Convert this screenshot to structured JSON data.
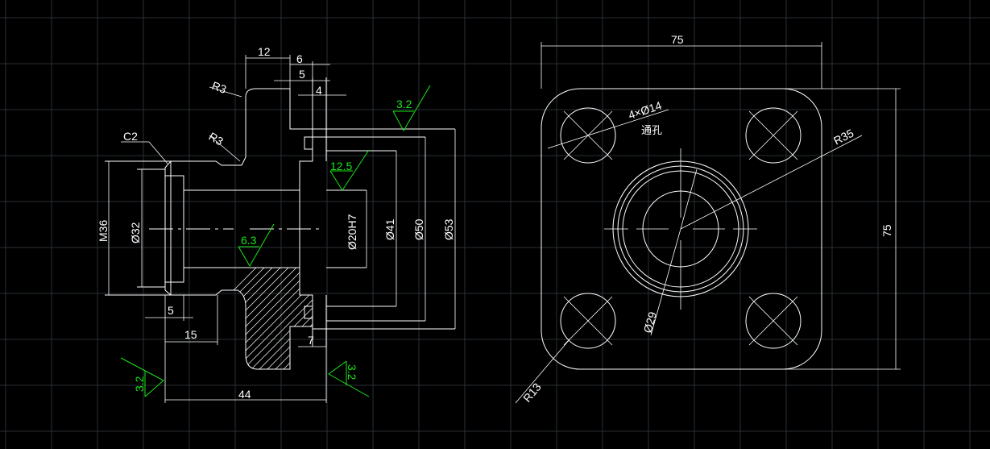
{
  "drawing": {
    "left_view": {
      "chamfer": "C2",
      "fillet_r3_top": "R3",
      "fillet_r3_mid": "R3",
      "dim_12": "12",
      "dim_6": "6",
      "dim_5_top": "5",
      "dim_4": "4",
      "dim_m36": "M36",
      "dim_d32": "Ø32",
      "dim_d20h7": "Ø20H7",
      "dim_d41": "Ø41",
      "dim_d50": "Ø50",
      "dim_d53": "Ø53",
      "dim_5_bottom": "5",
      "dim_15": "15",
      "dim_7": "7",
      "dim_44": "44",
      "rough_top": "3.2",
      "rough_bore": "12.5",
      "rough_mid": "6.3",
      "rough_left": "3.2",
      "rough_right": "3.2"
    },
    "right_view": {
      "dim_width": "75",
      "dim_height": "75",
      "holes": "4×Ø14",
      "holes_note": "通孔",
      "r35": "R35",
      "d29": "Ø29",
      "r13": "R13"
    }
  }
}
